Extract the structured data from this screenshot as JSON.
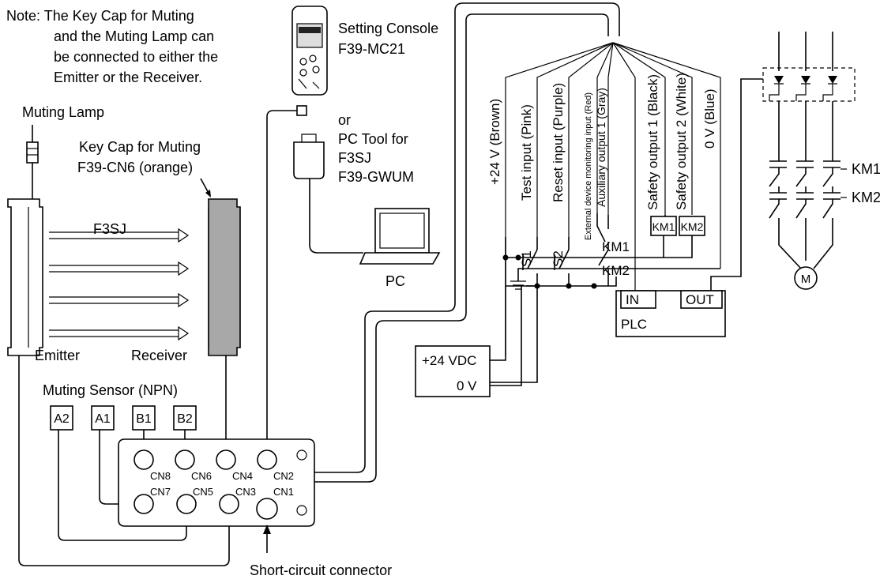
{
  "note": {
    "line1": "Note: The Key Cap for Muting",
    "line2": "and the Muting Lamp can",
    "line3": "be connected to either the",
    "line4": "Emitter or the Receiver."
  },
  "console": {
    "name": "Setting Console",
    "model": "F39-MC21"
  },
  "pc_tool": {
    "or": "or",
    "line1": "PC Tool for",
    "line2": "F3SJ",
    "line3": "F39-GWUM",
    "pc_label": "PC"
  },
  "sensor": {
    "muting_lamp": "Muting Lamp",
    "key_cap_line1": "Key Cap for Muting",
    "key_cap_line2": "F39-CN6 (orange)",
    "model": "F3SJ",
    "emitter": "Emitter",
    "receiver": "Receiver",
    "muting_sensor": "Muting Sensor (NPN)",
    "sensor_boxes": [
      "A2",
      "A1",
      "B1",
      "B2"
    ]
  },
  "hub": {
    "connectors": [
      "CN8",
      "CN6",
      "CN4",
      "CN2",
      "CN7",
      "CN5",
      "CN3",
      "CN1"
    ],
    "short_circuit": "Short-circuit connector"
  },
  "wires": [
    "+24 V (Brown)",
    "Test input (Pink)",
    "Reset input (Purple)",
    "External device monitoring input (Red)",
    "Auxiliary output 1 (Gray)",
    "Safety output 1 (Black)",
    "Safety output 2 (White)",
    "0 V (Blue)"
  ],
  "switches": {
    "s1": "S1",
    "s2": "S2"
  },
  "contactors": {
    "km1": "KM1",
    "km2": "KM2"
  },
  "power": {
    "plus": "+24 VDC",
    "zero": "0 V"
  },
  "plc": {
    "in": "IN",
    "out": "OUT",
    "label": "PLC"
  },
  "motor": {
    "km1": "KM1",
    "km2": "KM2",
    "m": "M"
  }
}
